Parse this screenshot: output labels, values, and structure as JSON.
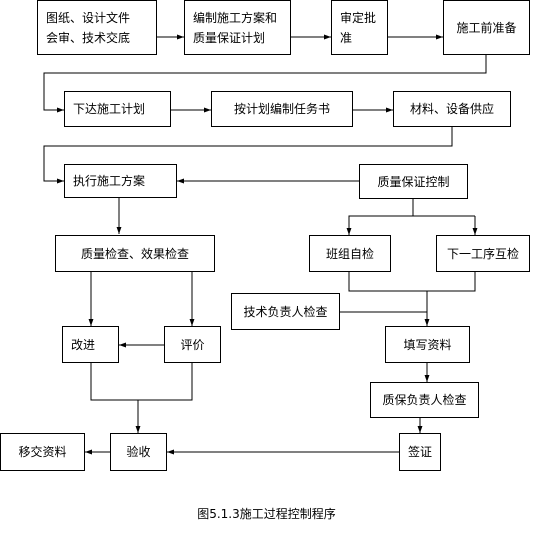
{
  "nodes": {
    "review": {
      "line1": "图纸、设计文件",
      "line2": "会审、技术交底"
    },
    "plan": {
      "line1": "编制施工方案和",
      "line2": "质量保证计划"
    },
    "approve": "审定批准",
    "prepare": "施工前准备",
    "issue_plan": "下达施工计划",
    "task_book": "按计划编制任务书",
    "supply": "材料、设备供应",
    "execute": "执行施工方案",
    "qa_control": "质量保证控制",
    "inspect": "质量检查、效果检查",
    "team_check": "班组自检",
    "mutual_check": "下一工序互检",
    "tech_check": "技术负责人检查",
    "improve": "改进",
    "evaluate": "评价",
    "fill_data": "填写资料",
    "qa_head_check": "质保负责人检查",
    "accept": "验收",
    "sign": "签证",
    "handover": "移交资料"
  },
  "caption": "图5.1.3施工过程控制程序"
}
